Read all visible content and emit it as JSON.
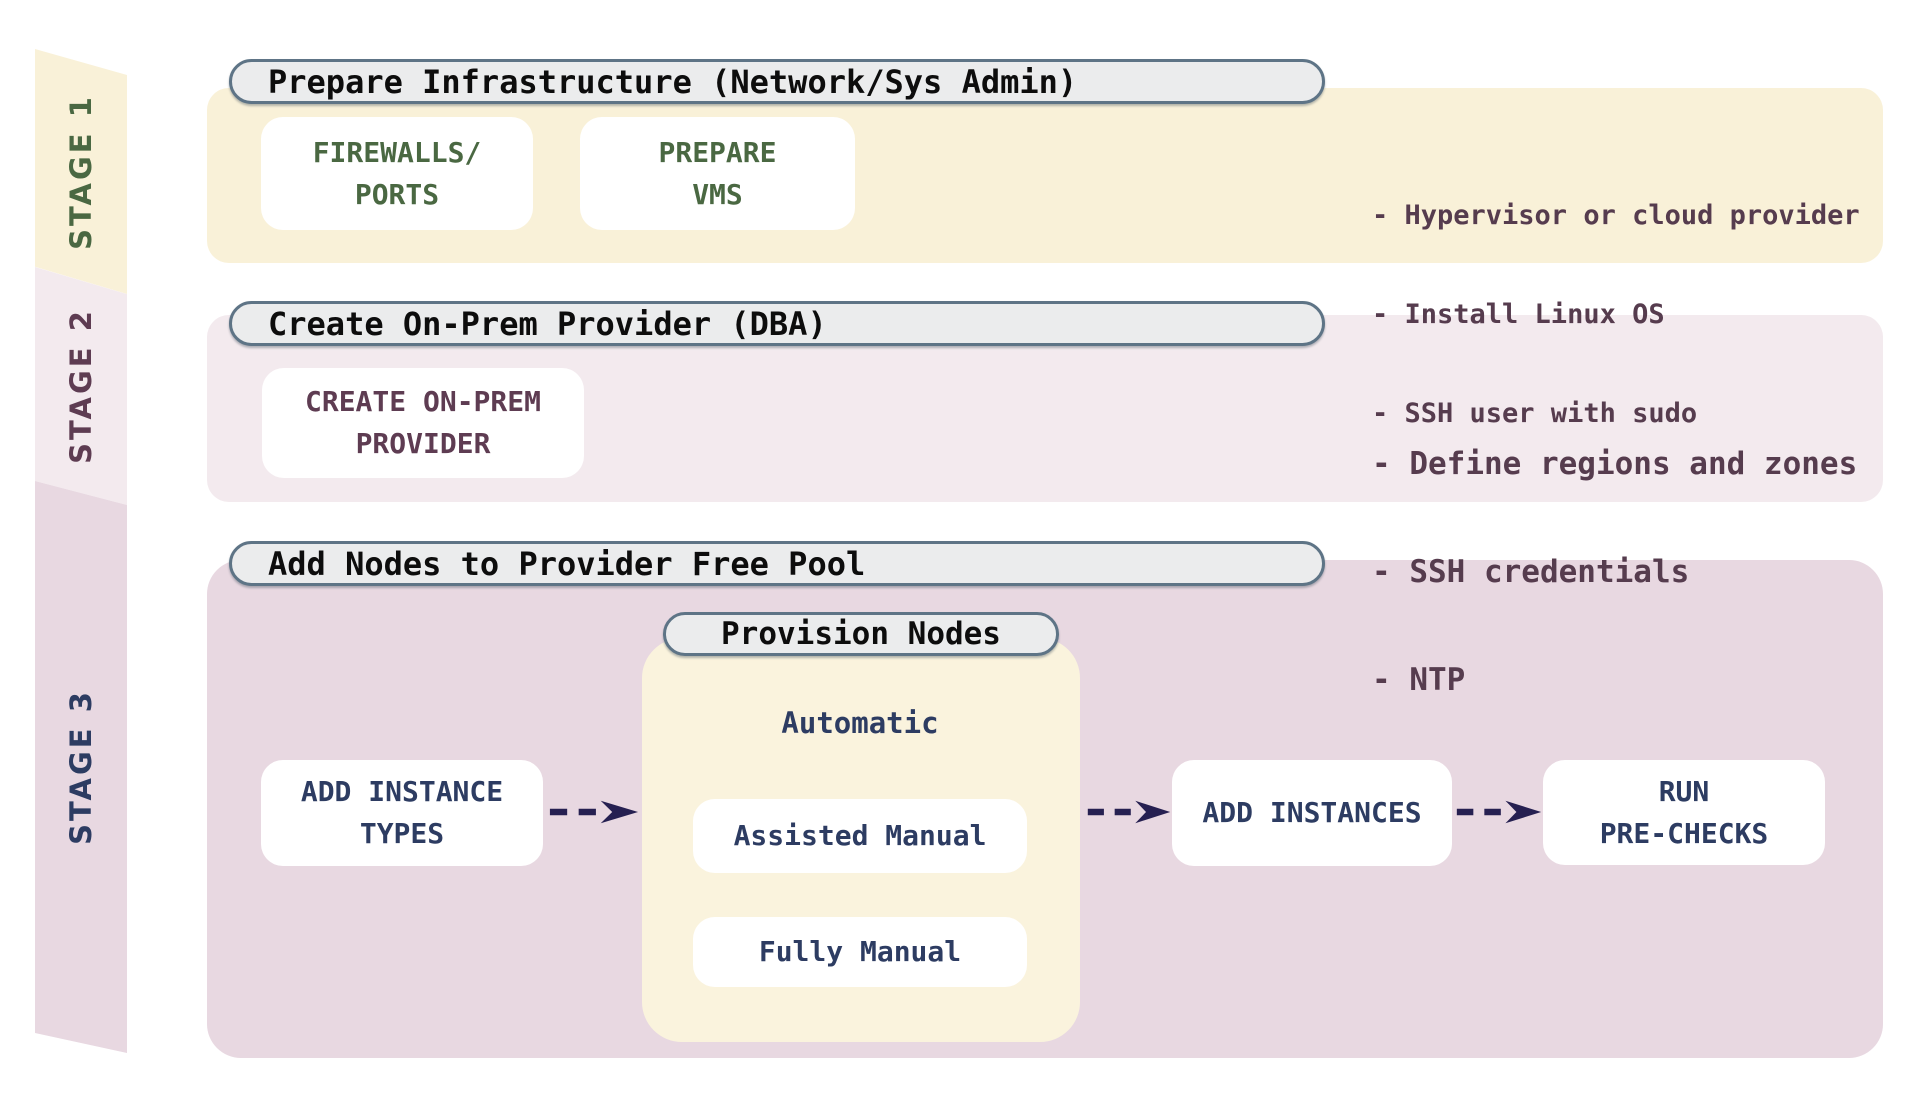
{
  "colors": {
    "stage1_bg": "#f9f1d8",
    "stage2_bg": "#f3eaee",
    "stage3_bg": "#e8d8e1",
    "provision_bg": "#faf3dd",
    "pill_bg": "#ebeced",
    "pill_border": "#5e7486",
    "stage1_text": "#4a6842",
    "stage2_text": "#5e3c52",
    "stage3_text": "#2d3c62",
    "navy_text": "#2d3c62",
    "notes_text": "#563c4e",
    "arrow_color": "#262051"
  },
  "ribbon": {
    "stage1_label": "STAGE 1",
    "stage2_label": "STAGE 2",
    "stage3_label": "STAGE 3"
  },
  "stage1": {
    "header": "Prepare Infrastructure (Network/Sys Admin)",
    "box_firewalls": {
      "line1": "FIREWALLS/",
      "line2": "PORTS"
    },
    "box_prepare_vms": {
      "line1": "PREPARE",
      "line2": "VMS"
    },
    "notes": [
      "- Hypervisor or cloud provider",
      "- Install Linux OS",
      "- SSH user with sudo"
    ]
  },
  "stage2": {
    "header": "Create On-Prem Provider (DBA)",
    "box_create_provider": {
      "line1": "CREATE ON-PREM",
      "line2": "PROVIDER"
    },
    "notes": [
      "- Define regions and zones",
      "- SSH credentials",
      "- NTP"
    ]
  },
  "stage3": {
    "header": "Add Nodes to Provider Free Pool",
    "box_add_instance_types": {
      "line1": "ADD INSTANCE",
      "line2": "TYPES"
    },
    "provision": {
      "header": "Provision Nodes",
      "option_automatic": "Automatic",
      "option_assisted": "Assisted Manual",
      "option_fully": "Fully Manual"
    },
    "box_add_instances": "ADD INSTANCES",
    "box_run_prechecks": {
      "line1": "RUN",
      "line2": "PRE-CHECKS"
    }
  }
}
